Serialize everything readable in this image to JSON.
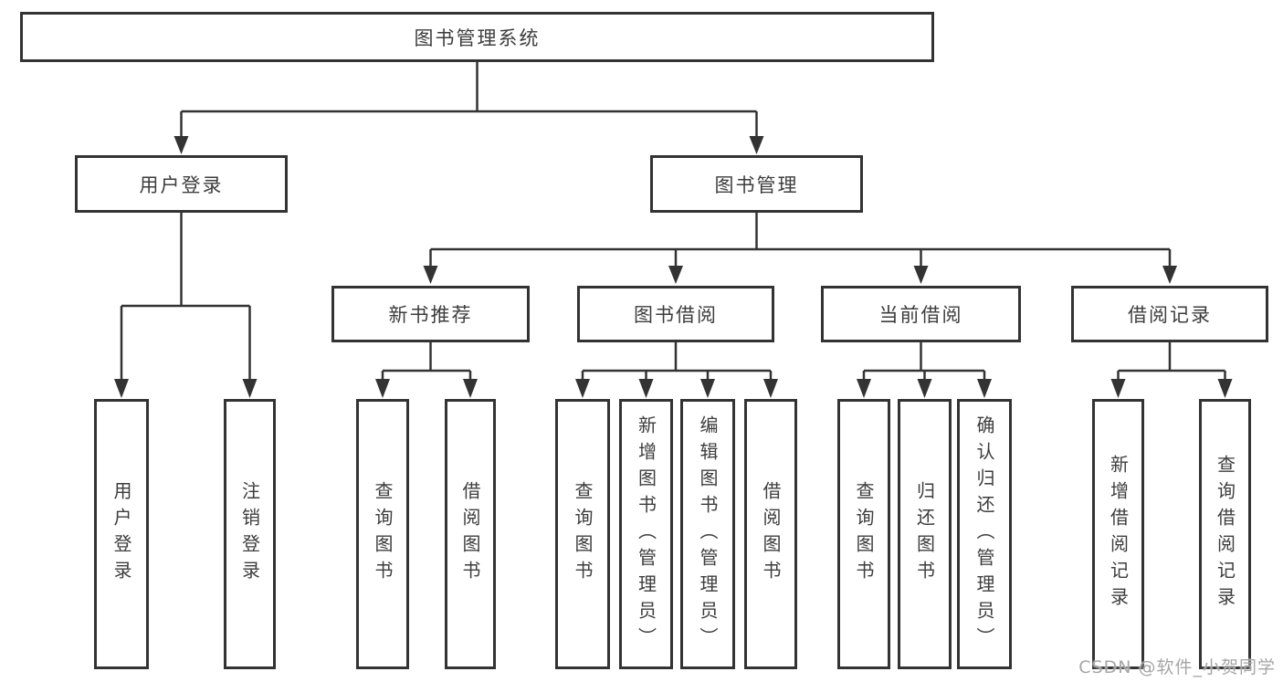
{
  "title": {
    "label": "图书管理系统"
  },
  "level1": [
    {
      "id": "user-login",
      "label": "用户登录"
    },
    {
      "id": "book-management",
      "label": "图书管理"
    }
  ],
  "level2": [
    {
      "id": "new-book-recommend",
      "label": "新书推荐"
    },
    {
      "id": "book-borrow",
      "label": "图书借阅"
    },
    {
      "id": "current-borrow",
      "label": "当前借阅"
    },
    {
      "id": "borrow-records",
      "label": "借阅记录"
    }
  ],
  "leaves": [
    {
      "group": "user-login",
      "label": "用户登录"
    },
    {
      "group": "user-login",
      "label": "注销登录"
    },
    {
      "group": "new-book-recommend",
      "label": "查询图书"
    },
    {
      "group": "new-book-recommend",
      "label": "借阅图书"
    },
    {
      "group": "book-borrow",
      "label": "查询图书"
    },
    {
      "group": "book-borrow",
      "label": "新增图书（管理员）"
    },
    {
      "group": "book-borrow",
      "label": "编辑图书（管理员）"
    },
    {
      "group": "book-borrow",
      "label": "借阅图书"
    },
    {
      "group": "current-borrow",
      "label": "查询图书"
    },
    {
      "group": "current-borrow",
      "label": "归还图书"
    },
    {
      "group": "current-borrow",
      "label": "确认归还（管理员）"
    },
    {
      "group": "borrow-records",
      "label": "新增借阅记录"
    },
    {
      "group": "borrow-records",
      "label": "查询借阅记录"
    }
  ],
  "watermark": {
    "text": "CSDN @软件_小贺同学"
  },
  "colors": {
    "line": "#333333",
    "text": "#3d3d3d",
    "background": "#ffffff",
    "watermark": "#a6a6a6"
  }
}
